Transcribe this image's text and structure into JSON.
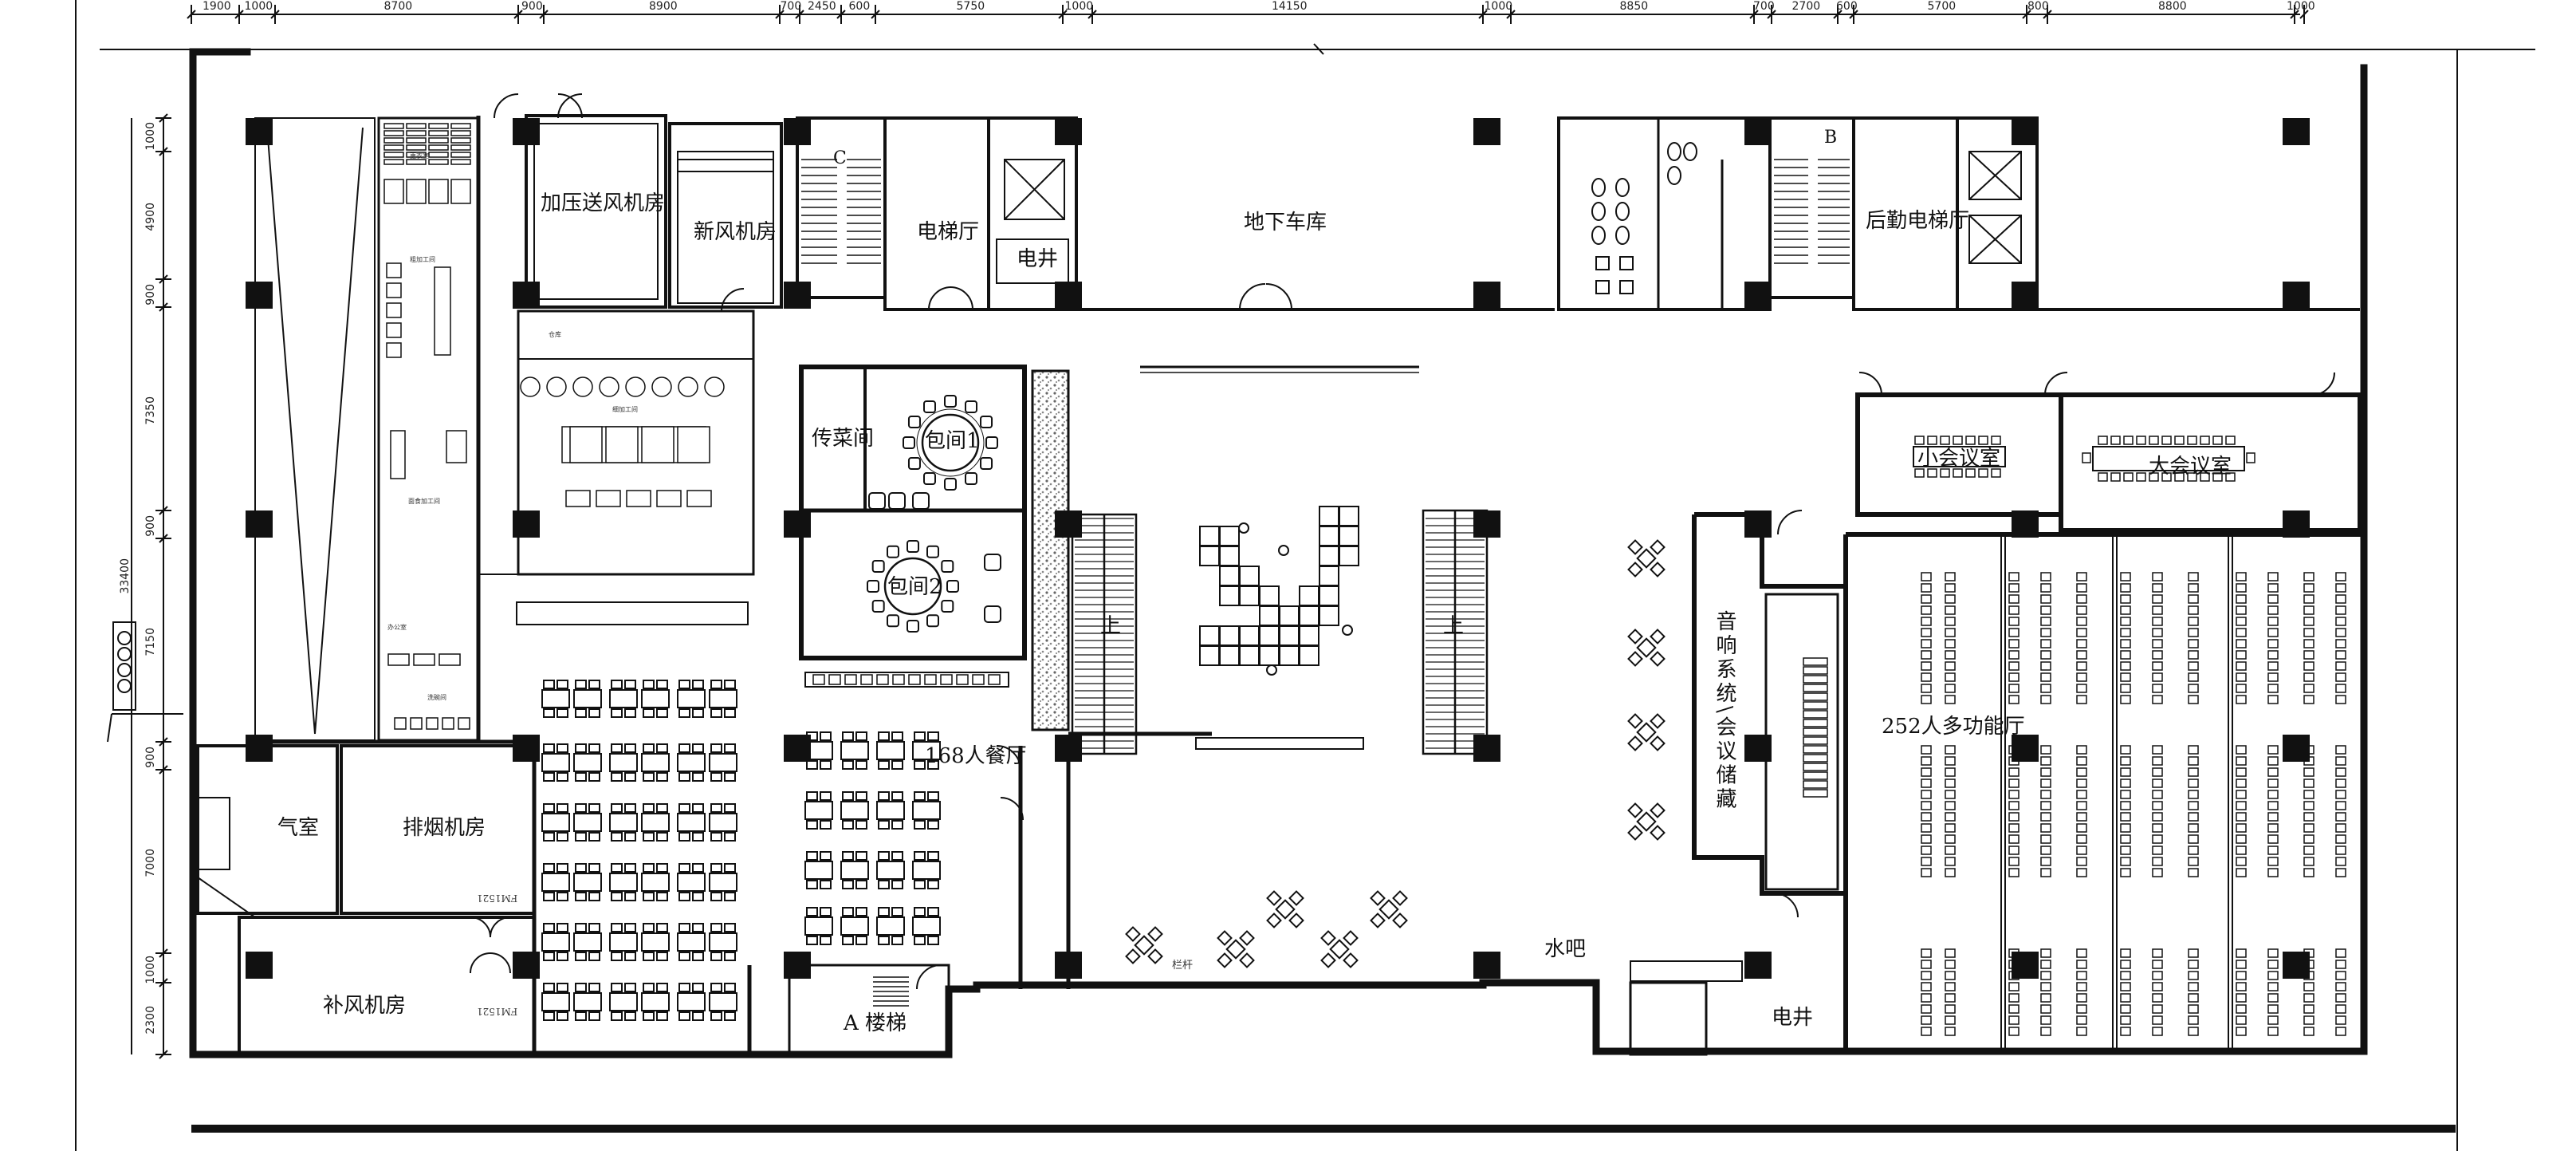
{
  "rooms": {
    "pressurized_fan_room": "加压送风机房",
    "fresh_air_room": "新风机房",
    "stair_c": "C",
    "elevator_hall": "电梯厅",
    "elec_shaft_top": "电井",
    "underground_garage": "地下车库",
    "stair_b": "B",
    "service_elevator_hall": "后勤电梯厅",
    "serving_room": "传菜间",
    "private_room_1": "包间1",
    "private_room_2": "包间2",
    "small_meeting_room": "小会议室",
    "large_meeting_room": "大会议室",
    "dining_hall_168": "168人餐厅",
    "av_storage": "音响系统\\会议储藏",
    "hall_252": "252人多功能厅",
    "gas_room": "气室",
    "smoke_exhaust_room": "排烟机房",
    "makeup_air_room": "补风机房",
    "stair_a": "A 楼梯",
    "water_bar": "水吧",
    "elec_shaft_bottom": "电井",
    "up_left": "上",
    "up_right": "上",
    "door_fm1": "FM1521",
    "door_fm2": "FM1521",
    "railing": "栏杆"
  },
  "kitchen_labels": {
    "changing_room": "更衣室",
    "rough_processing": "粗加工间",
    "warehouse": "仓库",
    "fine_processing": "细加工间",
    "noodle_processing": "面食加工间",
    "office": "办公室",
    "dishwashing": "洗碗间"
  },
  "dimensions": {
    "top": [
      "1900",
      "1000",
      "8700",
      "900",
      "8900",
      "700",
      "2450",
      "600",
      "5750",
      "1000",
      "14150",
      "1000",
      "8850",
      "700",
      "2700",
      "600",
      "5700",
      "800",
      "8800",
      "1000"
    ],
    "left": [
      "1000",
      "4900",
      "900",
      "7350",
      "900",
      "7150",
      "900",
      "7000",
      "1000",
      "2300"
    ],
    "left_total": "33400"
  },
  "colors": {
    "ink": "#111111",
    "hatch": "#6e6e6e",
    "paper": "#ffffff"
  }
}
